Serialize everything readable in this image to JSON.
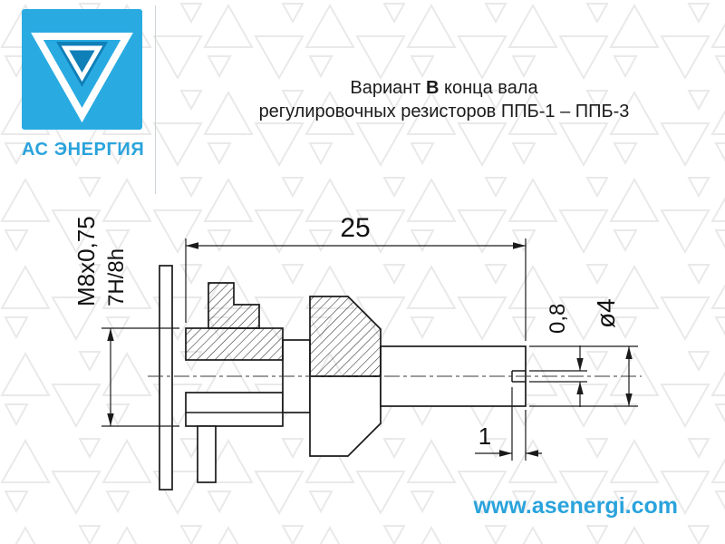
{
  "page": {
    "background_color": "#ffffff",
    "watermark_color": "#e9e9e9"
  },
  "brand": {
    "logo_text": "АС ЭНЕРГИЯ",
    "logo_color": "#29abe2",
    "logo_dark_color": "#0f7fb8",
    "link_color": "#2aa3dc",
    "website": "www.asenergi.com"
  },
  "title": {
    "prefix": "Вариант ",
    "variant": "В",
    "suffix": " конца вала",
    "line2": "регулировочных резисторов ППБ-1 – ППБ-3"
  },
  "drawing": {
    "line_color": "#1a1a1a",
    "dimensions": {
      "length": "25",
      "thread": "M8x0,75",
      "thread_fit": "7H/8h",
      "slot_width": "0,8",
      "diameter": "ø4",
      "slot_depth": "1"
    }
  }
}
